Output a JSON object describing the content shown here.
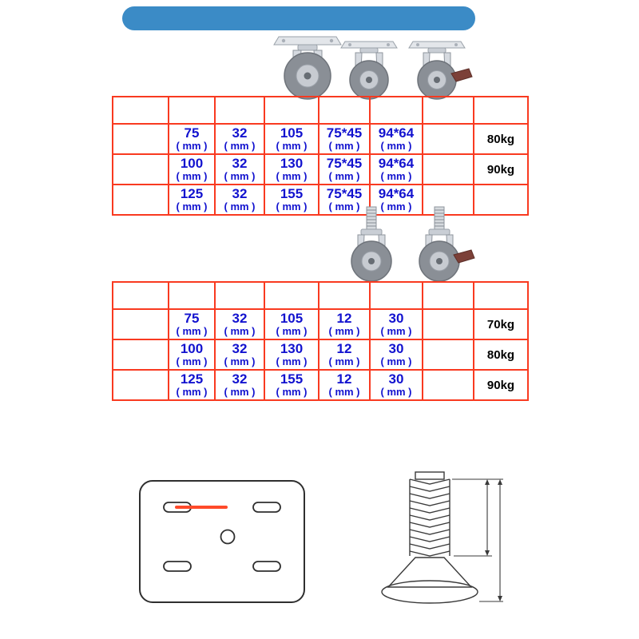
{
  "colors": {
    "grid": "#f93a20",
    "value": "#1212cf",
    "weight": "#000000",
    "banner": "#3b8bc6",
    "red_mark": "#ff4a2a"
  },
  "tables": [
    {
      "id": "plate-caster-specs",
      "unit": "( mm )",
      "rows": [
        {
          "values": [
            "",
            "",
            "",
            "",
            ""
          ],
          "weight": ""
        },
        {
          "values": [
            "75",
            "32",
            "105",
            "75*45",
            "94*64"
          ],
          "weight": "80kg"
        },
        {
          "values": [
            "100",
            "32",
            "130",
            "75*45",
            "94*64"
          ],
          "weight": "90kg"
        },
        {
          "values": [
            "125",
            "32",
            "155",
            "75*45",
            "94*64"
          ],
          "weight": ""
        }
      ]
    },
    {
      "id": "stem-caster-specs",
      "unit": "( mm )",
      "rows": [
        {
          "values": [
            "",
            "",
            "",
            "",
            ""
          ],
          "weight": ""
        },
        {
          "values": [
            "75",
            "32",
            "105",
            "12",
            "30"
          ],
          "weight": "70kg"
        },
        {
          "values": [
            "100",
            "32",
            "130",
            "12",
            "30"
          ],
          "weight": "80kg"
        },
        {
          "values": [
            "125",
            "32",
            "155",
            "12",
            "30"
          ],
          "weight": "90kg"
        }
      ]
    }
  ]
}
